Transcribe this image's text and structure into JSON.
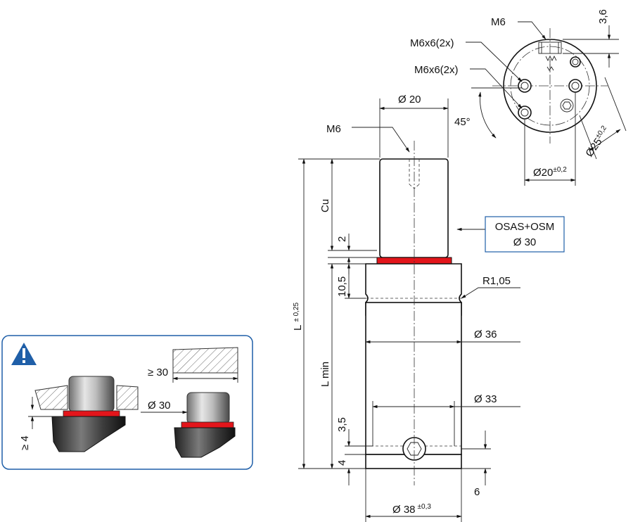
{
  "colors": {
    "seal_red": "#e3151b",
    "callout_border": "#1f5fa8",
    "warning_blue": "#1f5fa8",
    "line": "#111111"
  },
  "icons": [
    "warning-icon",
    "hex-socket-icon"
  ],
  "top_view": {
    "thread_label": "M6",
    "hole_label_1": "M6x6(2x)",
    "hole_label_2": "M6x6(2x)",
    "angle_label": "45°",
    "pcd_label": "Ø25",
    "pcd_tol": "±0,2",
    "dia_label": "Ø20",
    "dia_tol": "±0,2",
    "depth_label": "3,6"
  },
  "side_view": {
    "rod_dia": "Ø 20",
    "rod_thread": "M6",
    "cu_label": "Cu",
    "gap_2": "2",
    "collar_105": "10,5",
    "radius": "R1,05",
    "body_dia": "Ø 36",
    "lmin_label": "L min",
    "L_label": "L",
    "L_tol": "± 0,25",
    "inner_dia": "Ø 33",
    "dim_35": "3,5",
    "dim_4": "4",
    "dim_6": "6",
    "base_dia": "Ø 38",
    "base_tol": "±0,3"
  },
  "callout": {
    "line1": "OSAS+OSM",
    "line2": "Ø 30"
  },
  "warning_box": {
    "min_30": "≥ 30",
    "dia_30": "Ø 30",
    "min_4": "≥ 4"
  }
}
